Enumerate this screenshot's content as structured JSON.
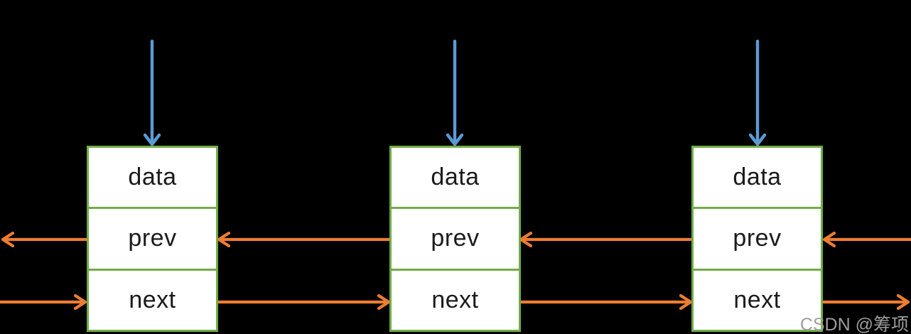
{
  "diagram": {
    "type": "doubly-linked-list",
    "node_count": 3
  },
  "nodes": [
    {
      "cells": [
        "data",
        "prev",
        "next"
      ]
    },
    {
      "cells": [
        "data",
        "prev",
        "next"
      ]
    },
    {
      "cells": [
        "data",
        "prev",
        "next"
      ]
    }
  ],
  "watermark": {
    "text": "CSDN @筹项"
  },
  "colors": {
    "bg": "#000000",
    "node-border": "#70ad47",
    "node-fill": "#ffffff",
    "cell-text": "#1b1b1b",
    "arrow-orange": "#ed7d31",
    "arrow-blue": "#5b9bd5",
    "watermark": "#9e9e9e"
  }
}
